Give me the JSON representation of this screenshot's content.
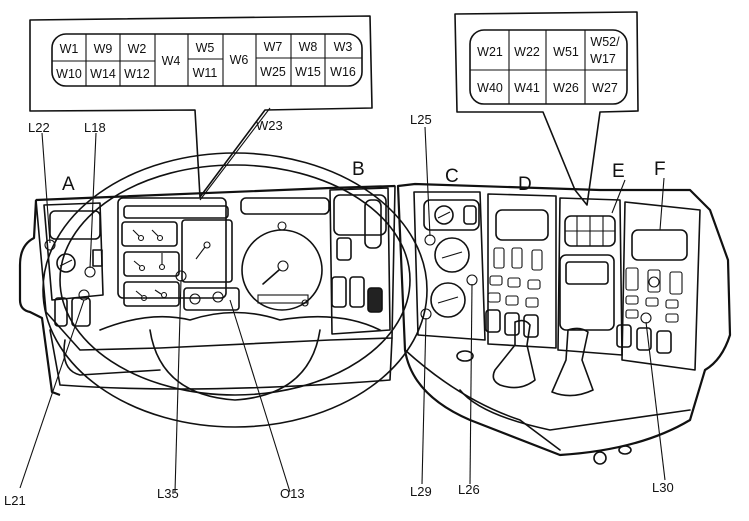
{
  "diagram": {
    "title": "Truck instrument panel — switch and lamp positions",
    "left_callout_box": {
      "top_row": [
        "W1",
        "W9",
        "W2",
        "W5",
        "W7",
        "W8",
        "W3"
      ],
      "bottom_row": [
        "W10",
        "W14",
        "W12",
        "W11",
        "W25",
        "W15",
        "W16"
      ],
      "merged": [
        "W4",
        "W6"
      ]
    },
    "right_callout_box": {
      "top_row": [
        "W21",
        "W22",
        "W51",
        "W52/\nW17"
      ],
      "top_row_line1": [
        "W21",
        "W22",
        "W51",
        "W52/"
      ],
      "top_row_line2": [
        "",
        "",
        "",
        "W17"
      ],
      "bottom_row": [
        "W40",
        "W41",
        "W26",
        "W27"
      ]
    },
    "section_labels": [
      "A",
      "B",
      "C",
      "D",
      "E",
      "F"
    ],
    "top_labels": {
      "l22": "L22",
      "l18": "L18",
      "w23": "W23",
      "l25": "L25"
    },
    "bottom_labels": {
      "l21": "L21",
      "l35": "L35",
      "o13": "O13",
      "l29": "L29",
      "l26": "L26",
      "l30": "L30"
    }
  }
}
